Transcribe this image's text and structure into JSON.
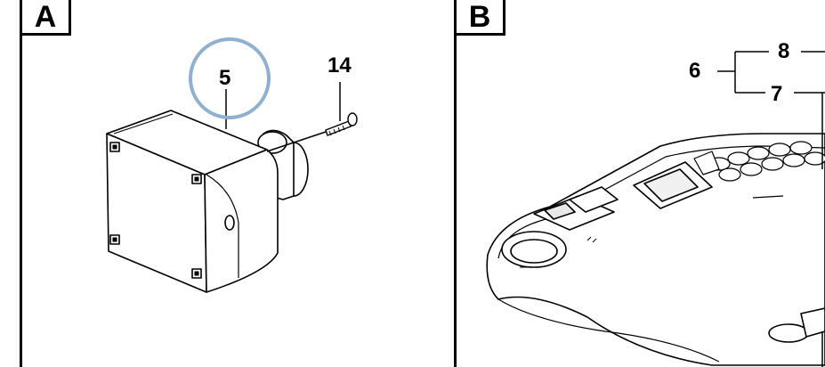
{
  "panels": [
    {
      "tag": "A"
    },
    {
      "tag": "B"
    }
  ],
  "callouts": {
    "a_part": "5",
    "a_screw": "14",
    "b_group": "6",
    "b_upper": "8",
    "b_lower": "7"
  },
  "colors": {
    "highlight_circle": "#8fb0d0",
    "line": "#000000"
  }
}
